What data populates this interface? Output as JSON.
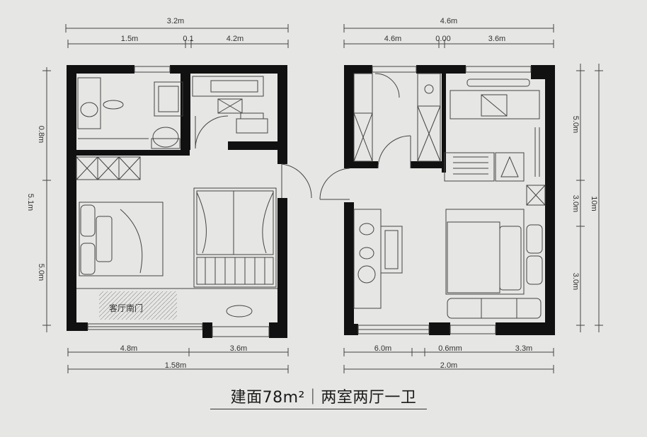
{
  "colors": {
    "background": "#e6e6e4",
    "wall": "#111111",
    "line": "#444444"
  },
  "left_plan": {
    "top_total": "3.2m",
    "top_segments": [
      "1.5m",
      "0.1",
      "4.2m"
    ],
    "left_side": [
      "0.8m",
      "5.1m",
      "5.0m"
    ],
    "bottom_segments": [
      "4.8m",
      "3.6m"
    ],
    "bottom_total": "1.58m",
    "room_label": "客厅南门"
  },
  "right_plan": {
    "top_total": "4.6m",
    "top_segments": [
      "4.6m",
      "0.00",
      "3.6m"
    ],
    "right_inner": [
      "5.0m",
      "3.0m",
      "3.0m"
    ],
    "right_outer": [
      "10m"
    ],
    "bottom_segments": [
      "6.0m",
      "0.6mm",
      "3.3m"
    ],
    "bottom_total": "2.0m"
  },
  "caption": "建面78m²｜两室两厅一卫"
}
